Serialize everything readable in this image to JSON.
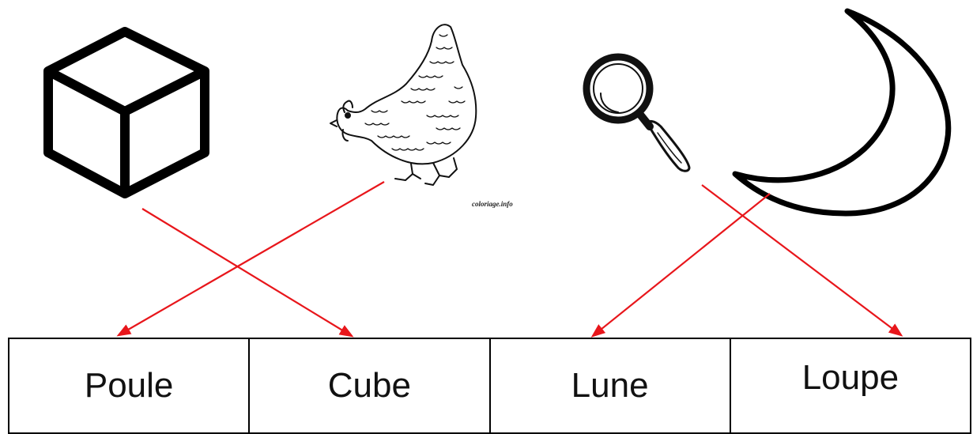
{
  "words": [
    "Poule",
    "Cube",
    "Lune",
    "Loupe"
  ],
  "pictures": [
    {
      "name": "cube-icon",
      "matches": "Cube"
    },
    {
      "name": "hen-icon",
      "matches": "Poule"
    },
    {
      "name": "magnifier-icon",
      "matches": "Loupe"
    },
    {
      "name": "moon-icon",
      "matches": "Lune"
    }
  ],
  "credit": "coloriage.info",
  "colors": {
    "arrow": "#e8161b",
    "ink": "#000000"
  }
}
